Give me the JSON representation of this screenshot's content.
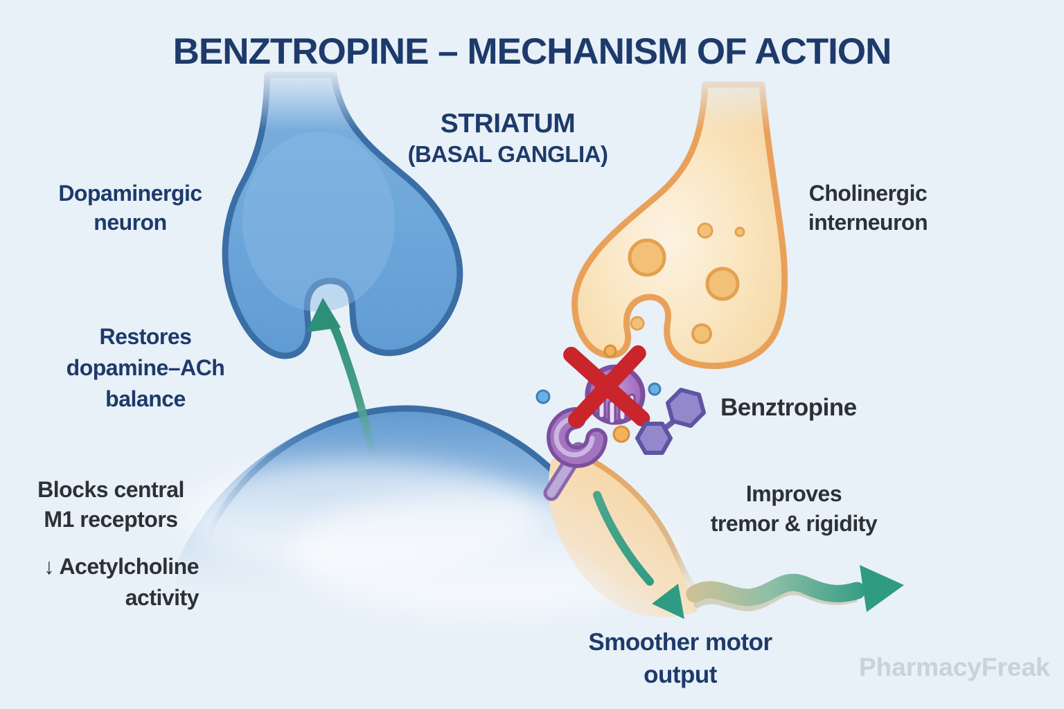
{
  "title": "BENZTROPINE – MECHANISM OF ACTION",
  "region_label": {
    "line1": "STRIATUM",
    "line2": "(BASAL GANGLIA)"
  },
  "labels": {
    "dopaminergic": {
      "line1": "Dopaminergic",
      "line2": "neuron"
    },
    "cholinergic": {
      "line1": "Cholinergic",
      "line2": "interneuron"
    },
    "restores": {
      "line1": "Restores",
      "line2": "dopamine–ACh",
      "line3": "balance"
    },
    "blocks": {
      "line1": "Blocks central",
      "line2": "M1 receptors"
    },
    "acetylcholine": {
      "line1": "↓ Acetylcholine",
      "line2": "activity"
    },
    "benztropine": "Benztropine",
    "improves": {
      "line1": "Improves",
      "line2": "tremor & rigidity"
    },
    "smoother": {
      "line1": "Smoother motor",
      "line2": "output"
    }
  },
  "watermark": "PharmacyFreak",
  "colors": {
    "background": "#e8f0f8",
    "navy_text": "#1d3a6a",
    "dark_text": "#2c3136",
    "blue_neuron_fill": "#6ea7da",
    "blue_neuron_outline": "#3a6ea5",
    "orange_neuron_fill": "#f9e4bd",
    "orange_neuron_outline": "#e9a159",
    "vesicle_fill": "#f3c078",
    "purple_receptor": "#a375c0",
    "purple_receptor_outline": "#7b4f9e",
    "benztropine_molecule": "#9488cd",
    "red_cross": "#c9252b",
    "teal_arrow": "#2f9b83",
    "dopamine_dot": "#6cb0e3",
    "ach_dot": "#f0b35c",
    "watermark": "#c8d1dc"
  }
}
